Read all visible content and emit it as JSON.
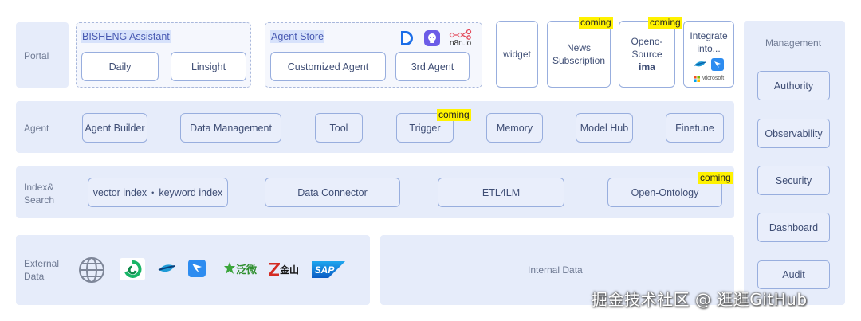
{
  "layers": {
    "portal": "Portal",
    "agent": "Agent",
    "index": "Index&\nSearch",
    "external": "External\nData",
    "management": "Management"
  },
  "portal": {
    "assistant_group": {
      "title": "BISHENG Assistant",
      "items": [
        "Daily",
        "Linsight"
      ]
    },
    "store_group": {
      "title": "Agent Store",
      "items": [
        "Customized Agent",
        "3rd Agent"
      ],
      "n8n_label": "n8n.io"
    },
    "widget": "widget",
    "news": {
      "label": "News\nSubscription",
      "badge": "coming"
    },
    "openo": {
      "label1": "Openo-",
      "label2": "Source",
      "label3": "ima",
      "badge": "coming"
    },
    "integrate": {
      "label": "Integrate\ninto...",
      "microsoft": "Microsoft"
    }
  },
  "agent": {
    "items": [
      "Agent Builder",
      "Data Management",
      "Tool",
      "Trigger",
      "Memory",
      "Model Hub",
      "Finetune"
    ],
    "trigger_badge": "coming"
  },
  "index": {
    "vector": "vector index",
    "bullet": "•",
    "keyword": "keyword index",
    "connector": "Data Connector",
    "etl": "ETL4LM",
    "ontology": "Open-Ontology",
    "ontology_badge": "coming"
  },
  "external": {
    "logos": [
      "globe-icon",
      "green-swirl-icon",
      "blue-bird-icon",
      "blue-arrow-icon",
      "fanwei-logo",
      "kingsoft-logo",
      "sap-logo"
    ],
    "fanwei_text": "泛微",
    "kingsoft_text": "金山",
    "sap_text": "SAP"
  },
  "internal": "Internal Data",
  "management": {
    "items": [
      "Authority",
      "Observability",
      "Security",
      "Dashboard",
      "Audit"
    ]
  },
  "watermark": "掘金技术社区 @ 逛逛GitHub",
  "colors": {
    "band": "#e6ecfa",
    "border": "#98aede",
    "badge": "#fff200",
    "text": "#3f4e75"
  }
}
